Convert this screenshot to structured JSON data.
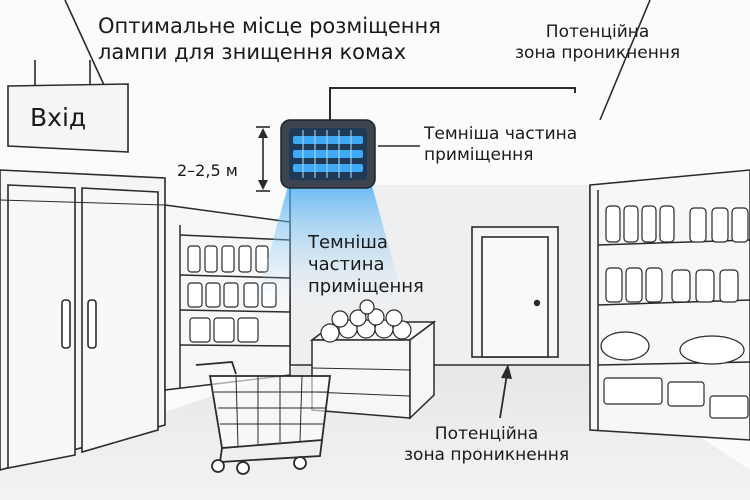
{
  "title": {
    "line1": "Оптимальне місце розміщення",
    "line2": "лампи для знищення комах"
  },
  "labels": {
    "entrance_sign": "Вхід",
    "mount_height": "2–2,5 м",
    "dark_area_lamp": [
      "Темніша частина",
      "приміщення"
    ],
    "dark_area_beam": [
      "Темніша",
      "частина",
      "приміщення"
    ],
    "entry_zone_top": [
      "Потенційна",
      "зона проникнення"
    ],
    "entry_zone_bottom": [
      "Потенційна",
      "зона проникнення"
    ]
  },
  "colors": {
    "line": "#2b2b2b",
    "wall": "#f2f3f4",
    "floor": "#e9eaeb",
    "lamp_body": "#3d4450",
    "lamp_glow": "#3fa9f5",
    "beam": "#5fb6ee"
  },
  "icons": [
    "insect-killer-lamp-icon",
    "shopping-cart-icon",
    "produce-crate-icon",
    "door-icon",
    "shelf-icon"
  ]
}
